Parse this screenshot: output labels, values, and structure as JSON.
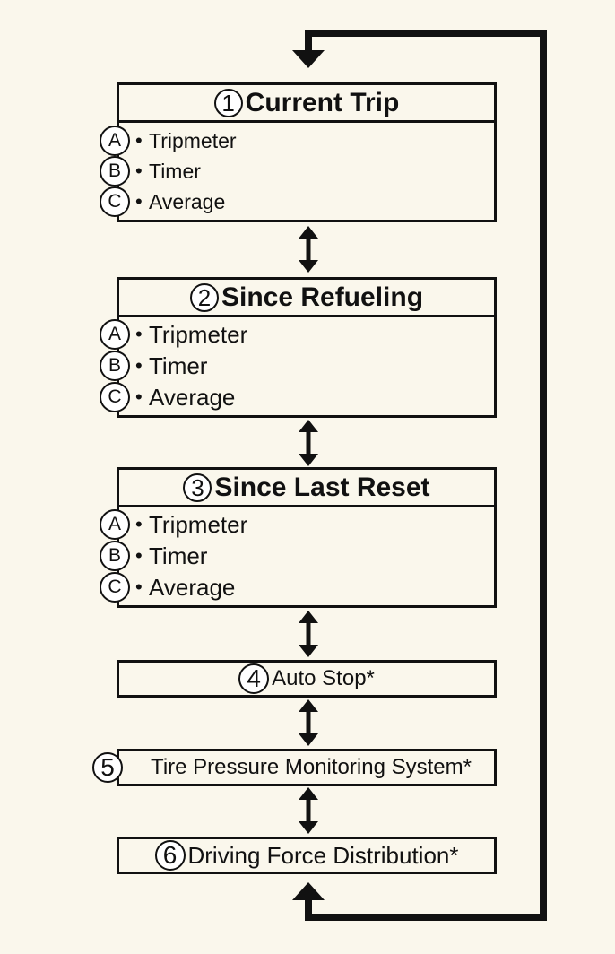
{
  "sections": [
    {
      "number": "1",
      "title": "Current Trip",
      "items": [
        {
          "letter": "A",
          "label": "Tripmeter"
        },
        {
          "letter": "B",
          "label": "Timer"
        },
        {
          "letter": "C",
          "label": "Average"
        }
      ]
    },
    {
      "number": "2",
      "title": "Since Refueling",
      "items": [
        {
          "letter": "A",
          "label": "Tripmeter"
        },
        {
          "letter": "B",
          "label": "Timer"
        },
        {
          "letter": "C",
          "label": "Average"
        }
      ]
    },
    {
      "number": "3",
      "title": "Since Last Reset",
      "items": [
        {
          "letter": "A",
          "label": "Tripmeter"
        },
        {
          "letter": "B",
          "label": "Timer"
        },
        {
          "letter": "C",
          "label": "Average"
        }
      ]
    }
  ],
  "screens": [
    {
      "number": "4",
      "label": "Auto Stop*"
    },
    {
      "number": "5",
      "label": "Tire Pressure Monitoring System*"
    },
    {
      "number": "6",
      "label": "Driving Force Distribution*"
    }
  ],
  "bullet": "•",
  "colors": {
    "background": "#faf7ec",
    "line": "#111111",
    "circle_fill": "#ffffff"
  }
}
